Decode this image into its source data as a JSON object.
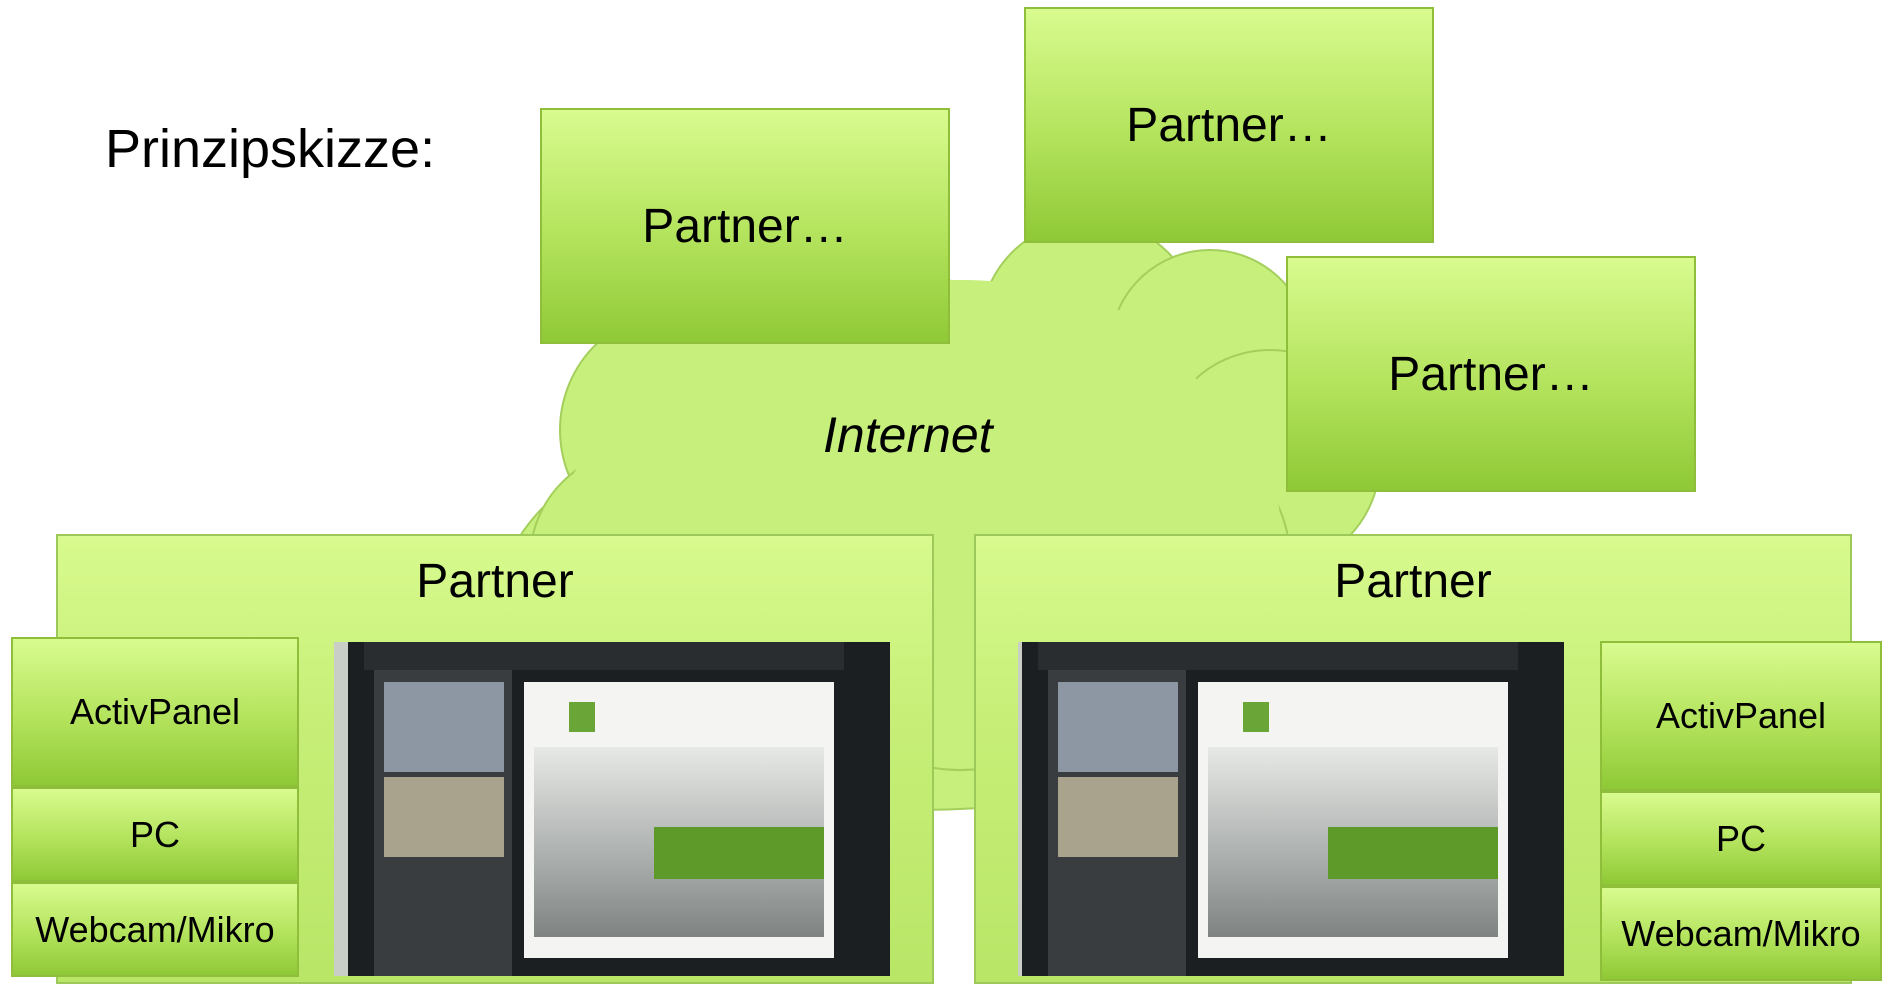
{
  "title": "Prinzipskizze:",
  "cloud_label": "Internet",
  "remote_partners": [
    "Partner…",
    "Partner…",
    "Partner…"
  ],
  "local_partners": [
    {
      "label": "Partner",
      "components": [
        "ActivPanel",
        "PC",
        "Webcam/Mikro"
      ]
    },
    {
      "label": "Partner",
      "components": [
        "ActivPanel",
        "PC",
        "Webcam/Mikro"
      ]
    }
  ],
  "colors": {
    "box_fill": "#c6ee77",
    "box_border": "#8fbf3a",
    "cloud_fill": "#c6ef7c",
    "cloud_border": "#a4cf5c"
  }
}
